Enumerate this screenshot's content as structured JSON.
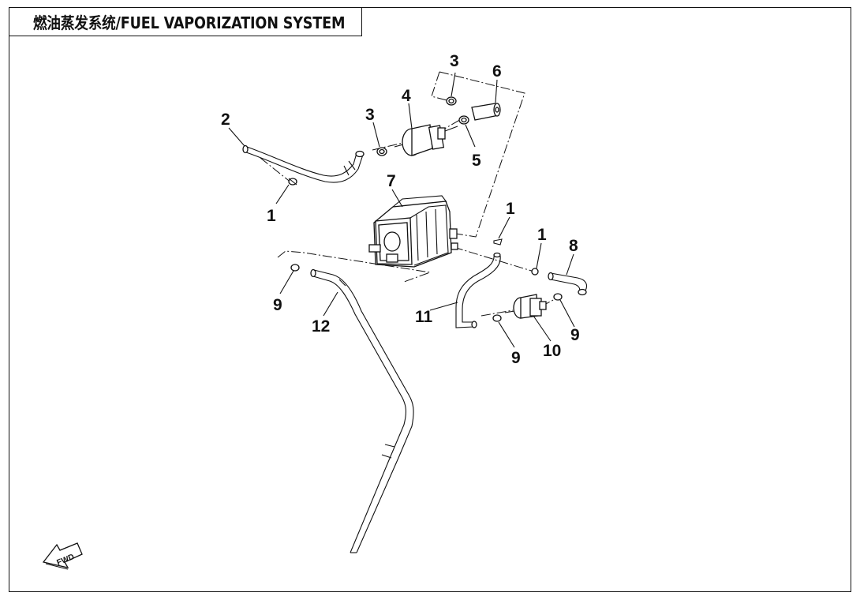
{
  "title": "燃油蒸发系统/FUEL VAPORIZATION SYSTEM",
  "callouts": [
    {
      "id": "c1a",
      "label": "1"
    },
    {
      "id": "c1b",
      "label": "1"
    },
    {
      "id": "c1c",
      "label": "1"
    },
    {
      "id": "c2",
      "label": "2"
    },
    {
      "id": "c3a",
      "label": "3"
    },
    {
      "id": "c3b",
      "label": "3"
    },
    {
      "id": "c4",
      "label": "4"
    },
    {
      "id": "c5",
      "label": "5"
    },
    {
      "id": "c6",
      "label": "6"
    },
    {
      "id": "c7",
      "label": "7"
    },
    {
      "id": "c8",
      "label": "8"
    },
    {
      "id": "c9a",
      "label": "9"
    },
    {
      "id": "c9b",
      "label": "9"
    },
    {
      "id": "c9c",
      "label": "9"
    },
    {
      "id": "c10",
      "label": "10"
    },
    {
      "id": "c11",
      "label": "11"
    },
    {
      "id": "c12",
      "label": "12"
    }
  ],
  "fwd_label": "FWD",
  "fwd_icon": "fwd-arrow-icon",
  "line_color": "#111111"
}
